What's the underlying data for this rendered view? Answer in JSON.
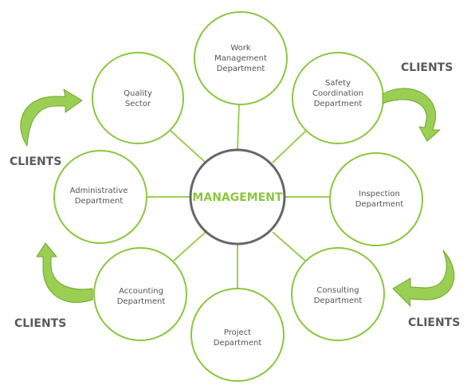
{
  "center": {
    "label": "MANAGEMENT"
  },
  "departments": [
    {
      "id": "work",
      "lines": [
        "Work",
        "Management",
        "Department"
      ]
    },
    {
      "id": "quality",
      "lines": [
        "Quality",
        "Sector"
      ]
    },
    {
      "id": "safety",
      "lines": [
        "Safety",
        "Coordination",
        "Department"
      ]
    },
    {
      "id": "administrative",
      "lines": [
        "Administrative",
        "Department"
      ]
    },
    {
      "id": "inspection",
      "lines": [
        "Inspection",
        "Department"
      ]
    },
    {
      "id": "accounting",
      "lines": [
        "Accounting",
        "Department"
      ]
    },
    {
      "id": "consulting",
      "lines": [
        "Consulting",
        "Department"
      ]
    },
    {
      "id": "project",
      "lines": [
        "Project",
        "Department"
      ]
    }
  ],
  "clients_label": "CLIENTS",
  "colors": {
    "accent": "#8cc63f",
    "arrow_fill": "#9bcf53",
    "arrow_stroke": "#6fa52c",
    "center_stroke": "#666666",
    "text": "#555555",
    "clients_text": "#5a5a5a"
  }
}
